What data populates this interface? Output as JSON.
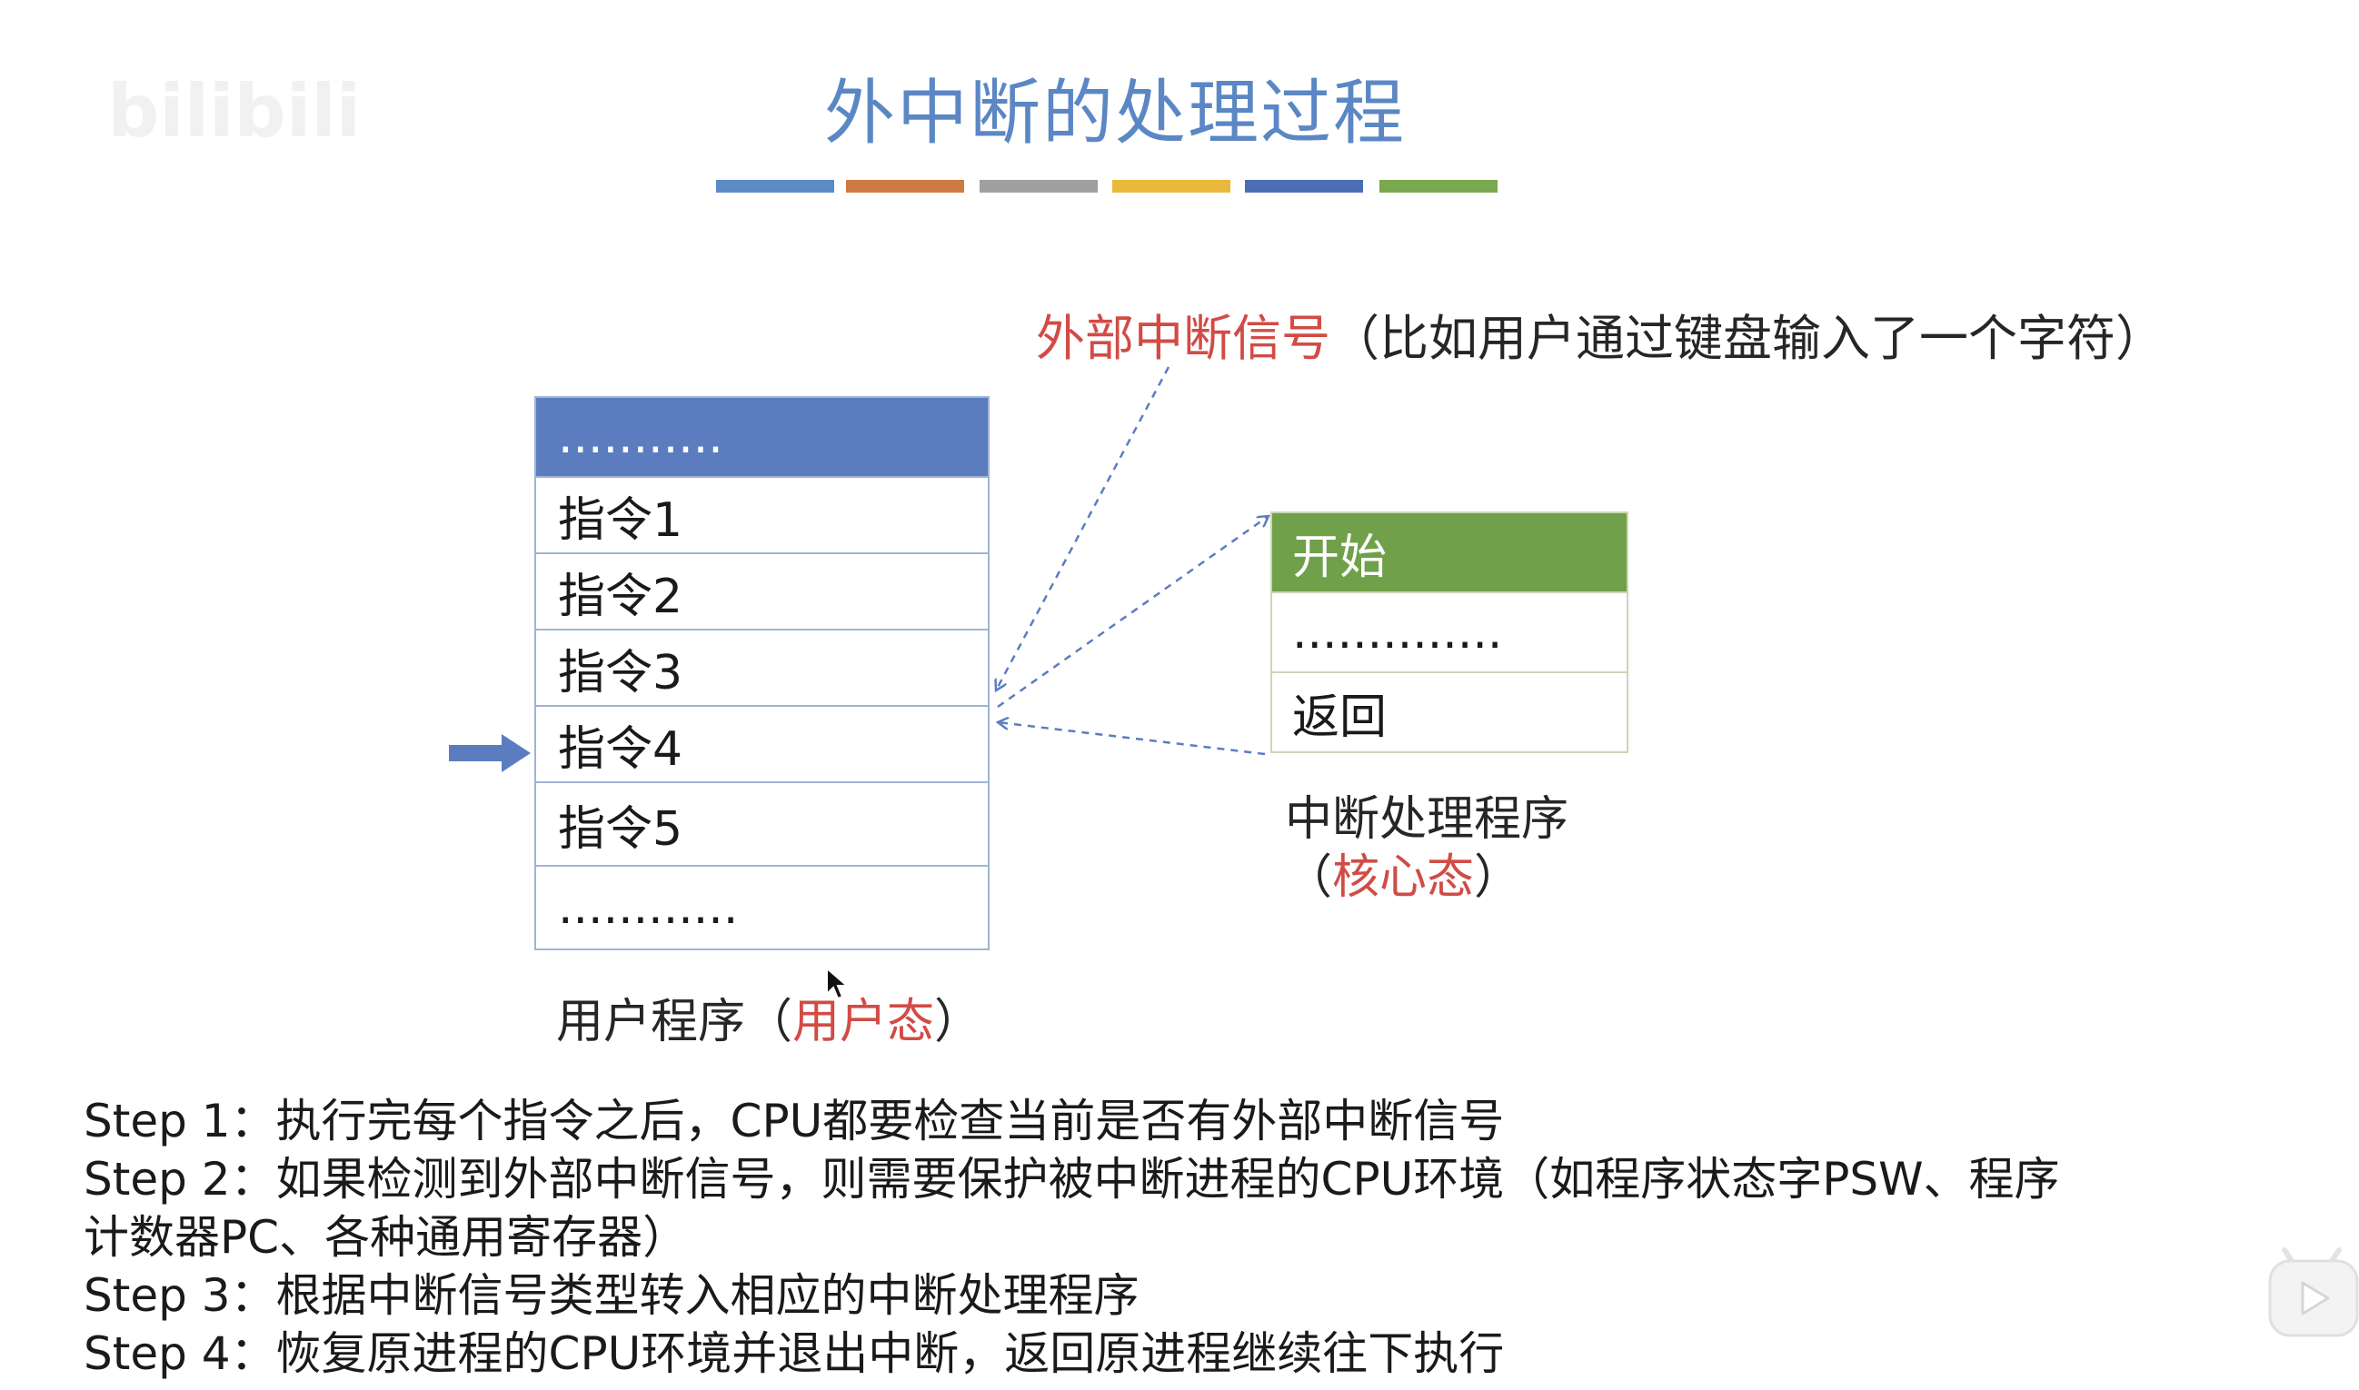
{
  "title": "外中断的处理过程",
  "watermark": "bilibili",
  "colors": {
    "title": "#5b87c4",
    "bars": [
      "#5b8ac4",
      "#cf7a43",
      "#a0a0a0",
      "#e8b93a",
      "#4b6eb5",
      "#79a84e"
    ],
    "user_header": "#5b7dbf",
    "handler_header": "#70a04a",
    "highlight_red": "#d24b45",
    "arrow": "#5b7dbf"
  },
  "external_signal": {
    "label": "外部中断信号",
    "note": "（比如用户通过键盘输入了一个字符）"
  },
  "user_program": {
    "rows": [
      "...........",
      "指令1",
      "指令2",
      "指令3",
      "指令4",
      "指令5",
      "............"
    ],
    "current_row_index": 4,
    "caption_main": "用户程序（",
    "caption_red": "用户态",
    "caption_end": "）"
  },
  "handler": {
    "rows": [
      "开始",
      "..............",
      "返回"
    ],
    "caption_line1": "中断处理程序",
    "caption_open": "（",
    "caption_red": "核心态",
    "caption_close": "）"
  },
  "steps": [
    "Step 1：执行完每个指令之后，CPU都要检查当前是否有外部中断信号",
    "Step 2：如果检测到外部中断信号，则需要保护被中断进程的CPU环境（如程序状态字PSW、程序",
    "计数器PC、各种通用寄存器）",
    "Step 3：根据中断信号类型转入相应的中断处理程序",
    "Step 4：恢复原进程的CPU环境并退出中断，返回原进程继续往下执行"
  ]
}
